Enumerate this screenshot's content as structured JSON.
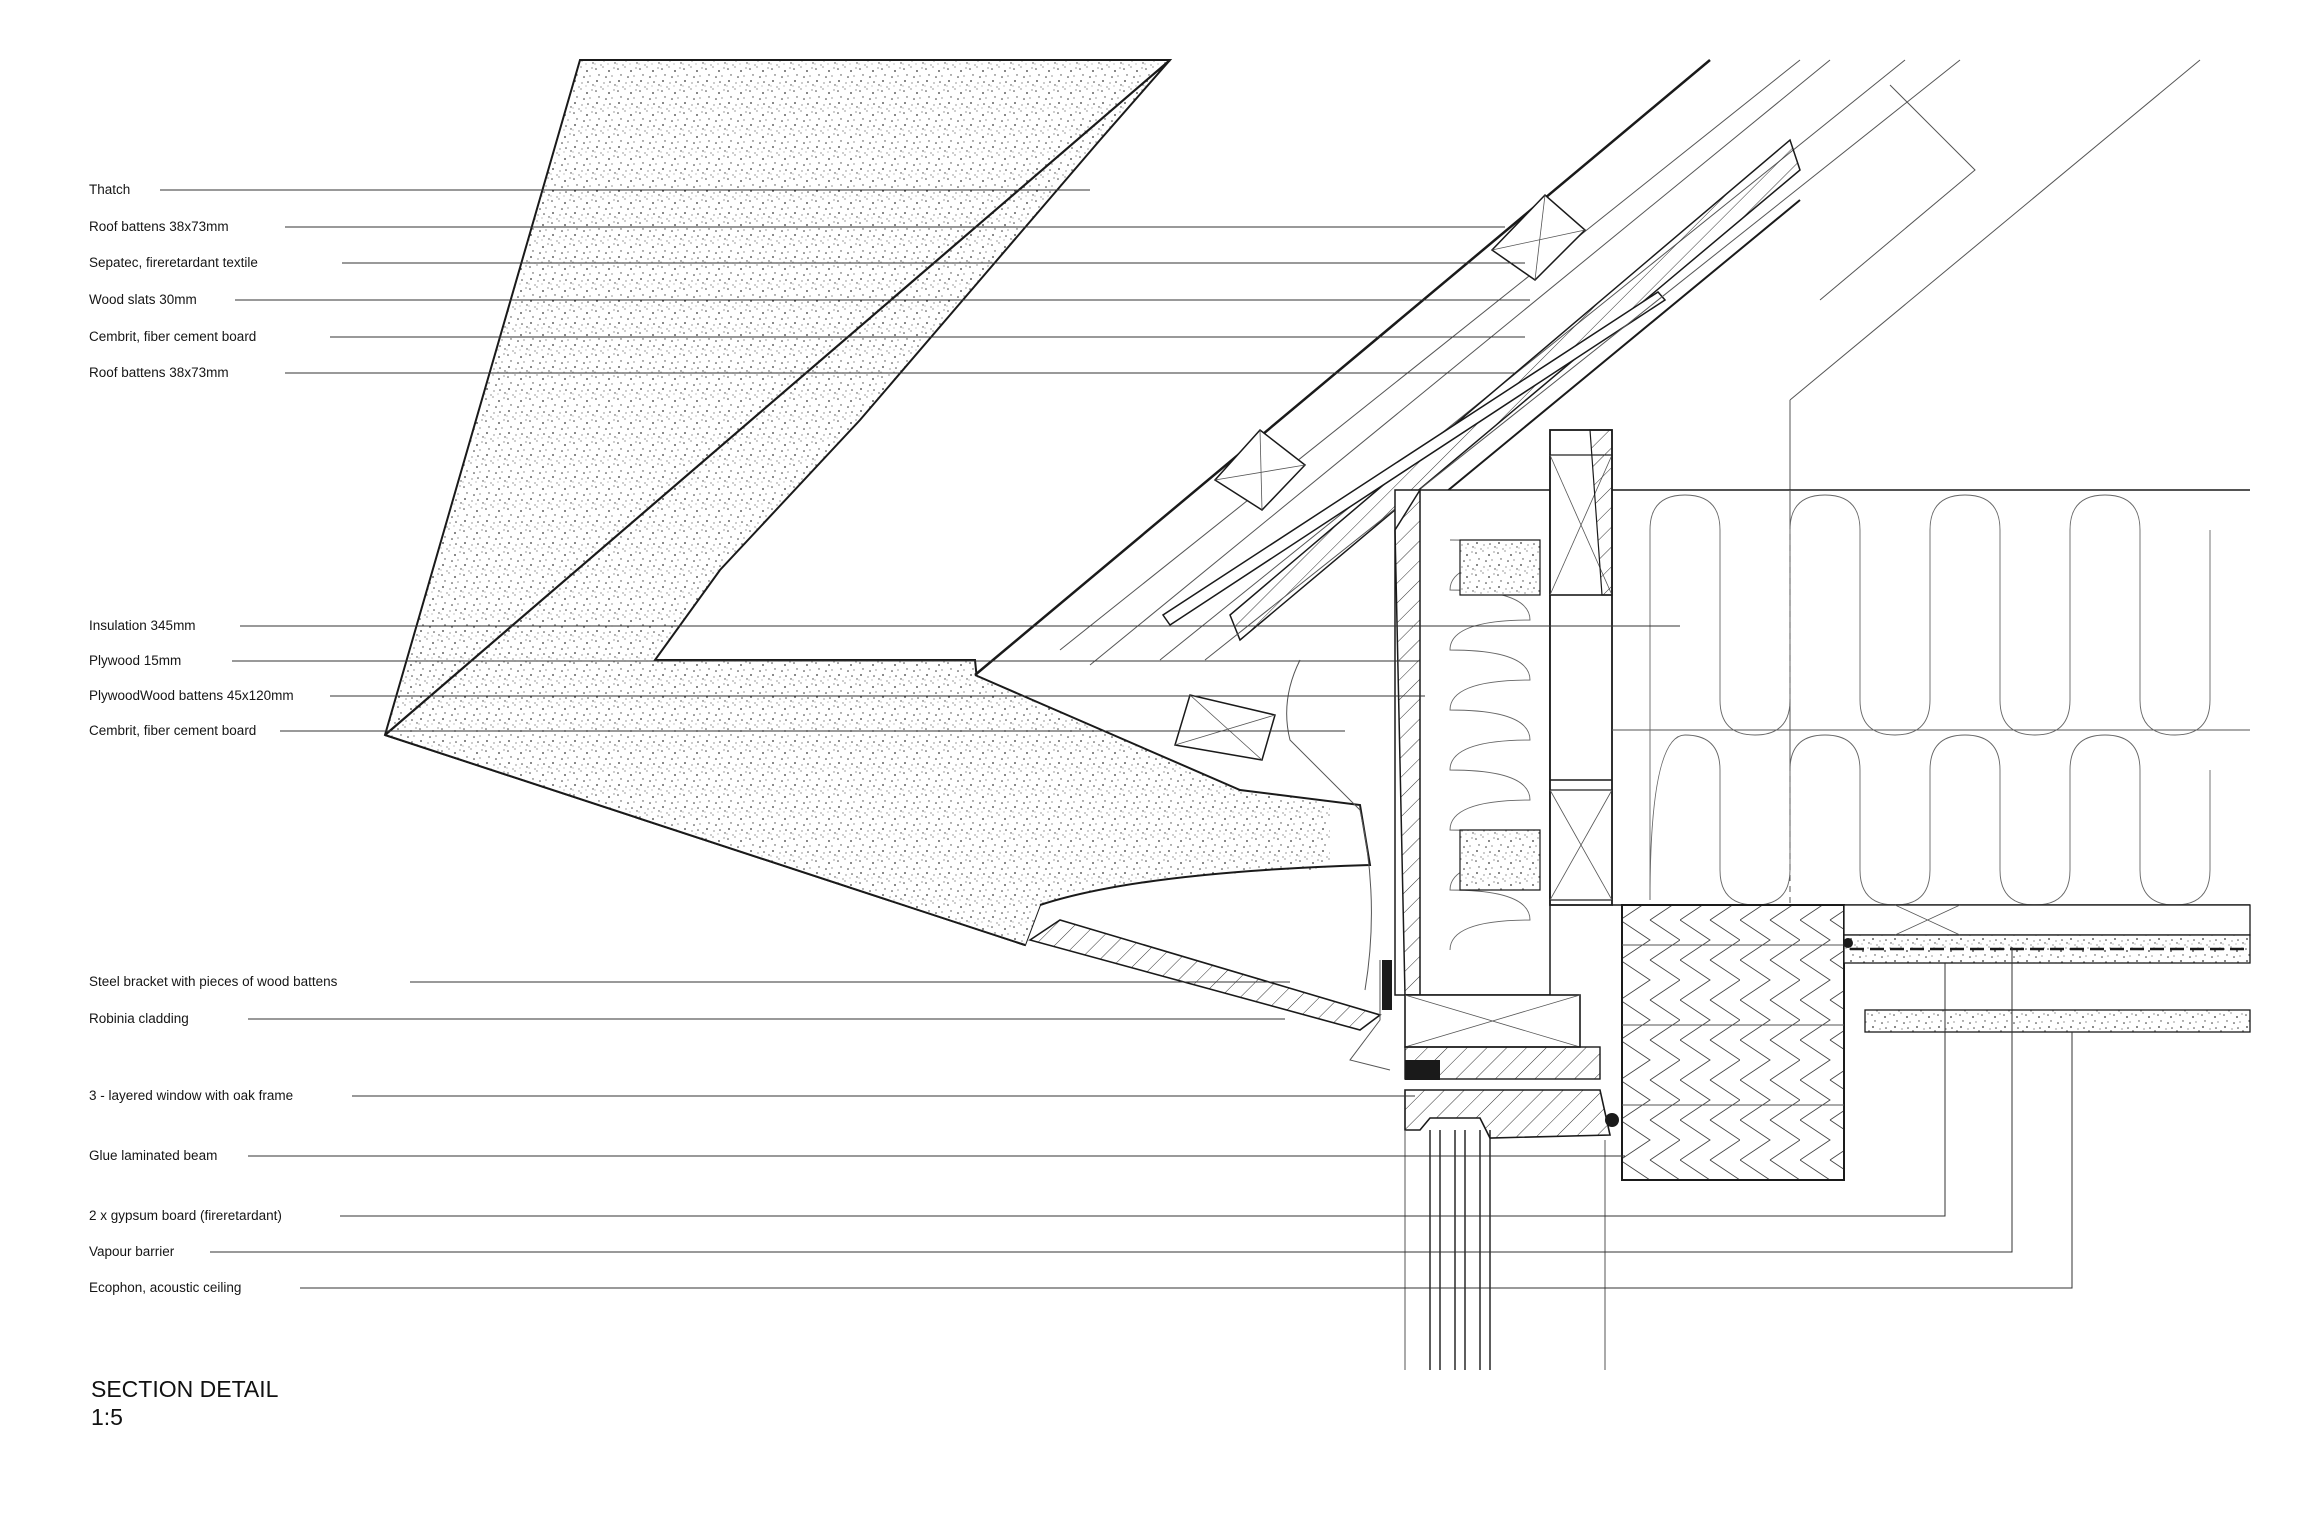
{
  "drawing": {
    "title": "SECTION DETAIL",
    "scale": "1:5",
    "labels": [
      "Thatch",
      "Roof battens 38x73mm",
      "Sepatec, fireretardant textile",
      "Wood slats 30mm",
      "Cembrit, fiber cement board",
      "Roof battens 38x73mm",
      "Insulation 345mm",
      "Plywood 15mm",
      "PlywoodWood battens 45x120mm",
      "Cembrit, fiber cement board",
      "Steel bracket with pieces of wood battens",
      "Robinia cladding",
      "3 - layered window with oak frame",
      "Glue laminated beam",
      "2 x gypsum board (fireretardant)",
      "Vapour barrier",
      "Ecophon, acoustic ceiling"
    ]
  },
  "colors": {
    "ink": "#1a1a1a",
    "fine_line": "#555555",
    "paper": "#ffffff"
  }
}
